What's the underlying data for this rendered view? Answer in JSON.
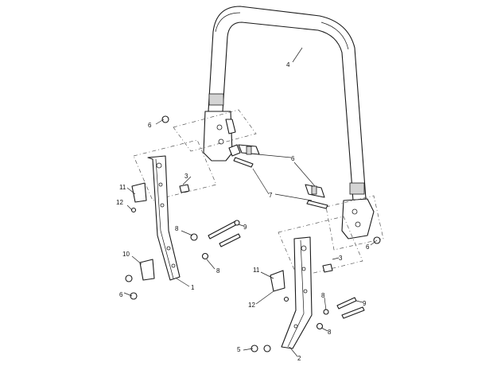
{
  "callouts": [
    {
      "id": "c1",
      "text": "1"
    },
    {
      "id": "c2",
      "text": "2"
    },
    {
      "id": "c3a",
      "text": "3"
    },
    {
      "id": "c3b",
      "text": "3"
    },
    {
      "id": "c4",
      "text": "4"
    },
    {
      "id": "c5",
      "text": "5"
    },
    {
      "id": "c6a",
      "text": "6"
    },
    {
      "id": "c6b",
      "text": "6"
    },
    {
      "id": "c6c",
      "text": "6"
    },
    {
      "id": "c6d",
      "text": "6"
    },
    {
      "id": "c7",
      "text": "7"
    },
    {
      "id": "c8a",
      "text": "8"
    },
    {
      "id": "c8b",
      "text": "8"
    },
    {
      "id": "c8c",
      "text": "8"
    },
    {
      "id": "c8d",
      "text": "8"
    },
    {
      "id": "c9a",
      "text": "9"
    },
    {
      "id": "c9b",
      "text": "9"
    },
    {
      "id": "c10",
      "text": "10"
    },
    {
      "id": "c11a",
      "text": "11"
    },
    {
      "id": "c11b",
      "text": "11"
    },
    {
      "id": "c12a",
      "text": "12"
    },
    {
      "id": "c12b",
      "text": "12"
    }
  ],
  "colors": {
    "line": "#1a1a1a",
    "shade": "#d4d4d4",
    "background": "#ffffff"
  }
}
